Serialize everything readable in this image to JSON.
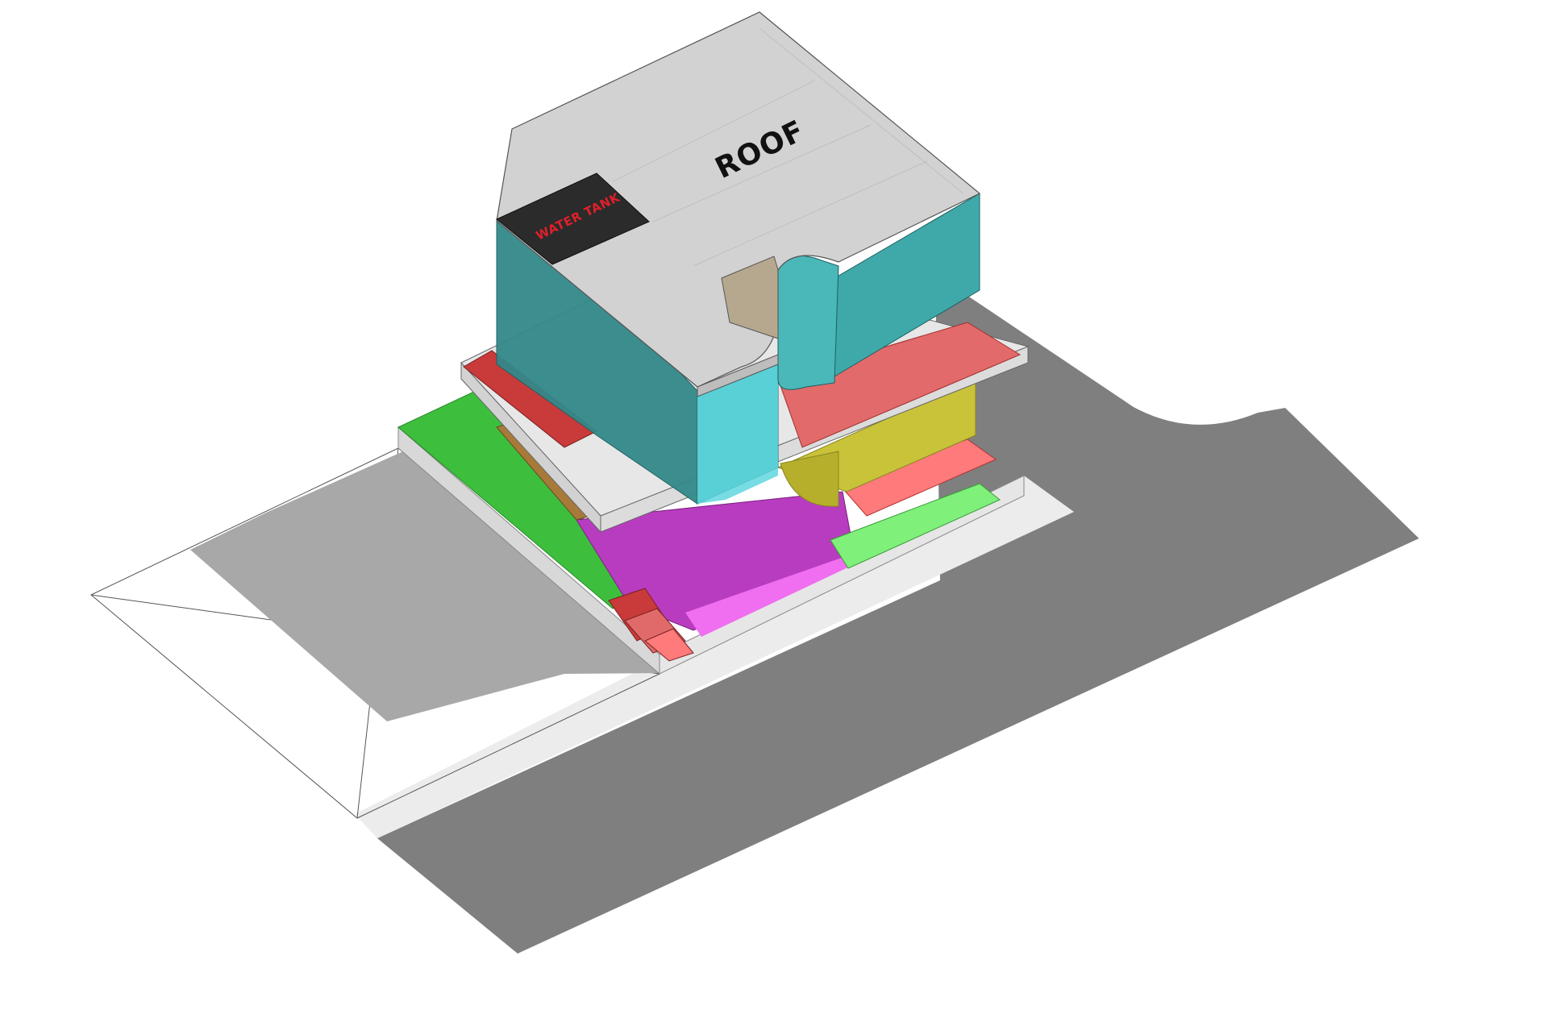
{
  "labels": {
    "roof": "ROOF",
    "water_tank": "WATER TANK"
  },
  "colors": {
    "road": "#7f7f7f",
    "sidewalk": "#ececec",
    "shadow": "#a8a8a8",
    "roof": "#d2d2d2",
    "glass": "#3eaaaa",
    "tank": "#2b2b2b",
    "tank_text": "#e0202a",
    "balcony": "#e36a6a",
    "garden": "#3dbf3d",
    "living_floor": "#b83cbf",
    "pantry": "#c9c33a"
  },
  "icons": {
    "house": "isometric-house-diagram"
  }
}
